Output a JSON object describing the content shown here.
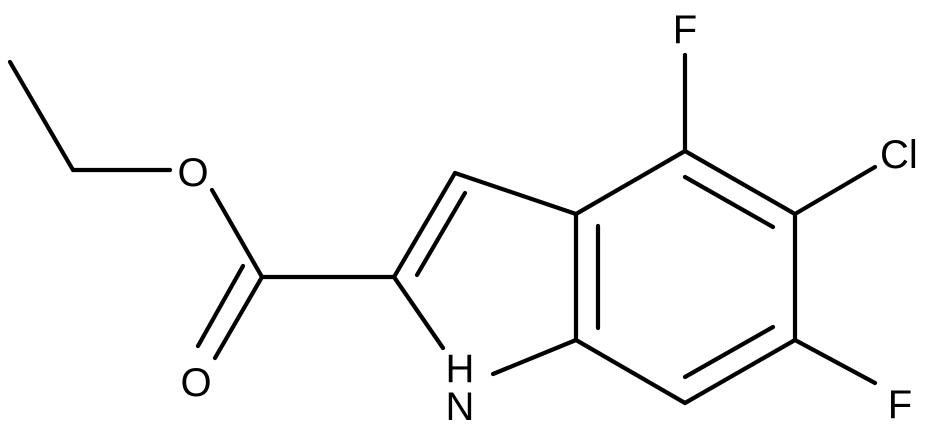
{
  "atom_labels": {
    "fluoro_top": "F",
    "chloro": "Cl",
    "fluoro_bottom": "F",
    "ester_oxygen": "O",
    "carbonyl_oxygen": "O",
    "nitrogen_hydrogen": "H",
    "nitrogen": "N"
  },
  "colors": {
    "bond": "#000000",
    "label": "#000000",
    "background": "#ffffff"
  }
}
